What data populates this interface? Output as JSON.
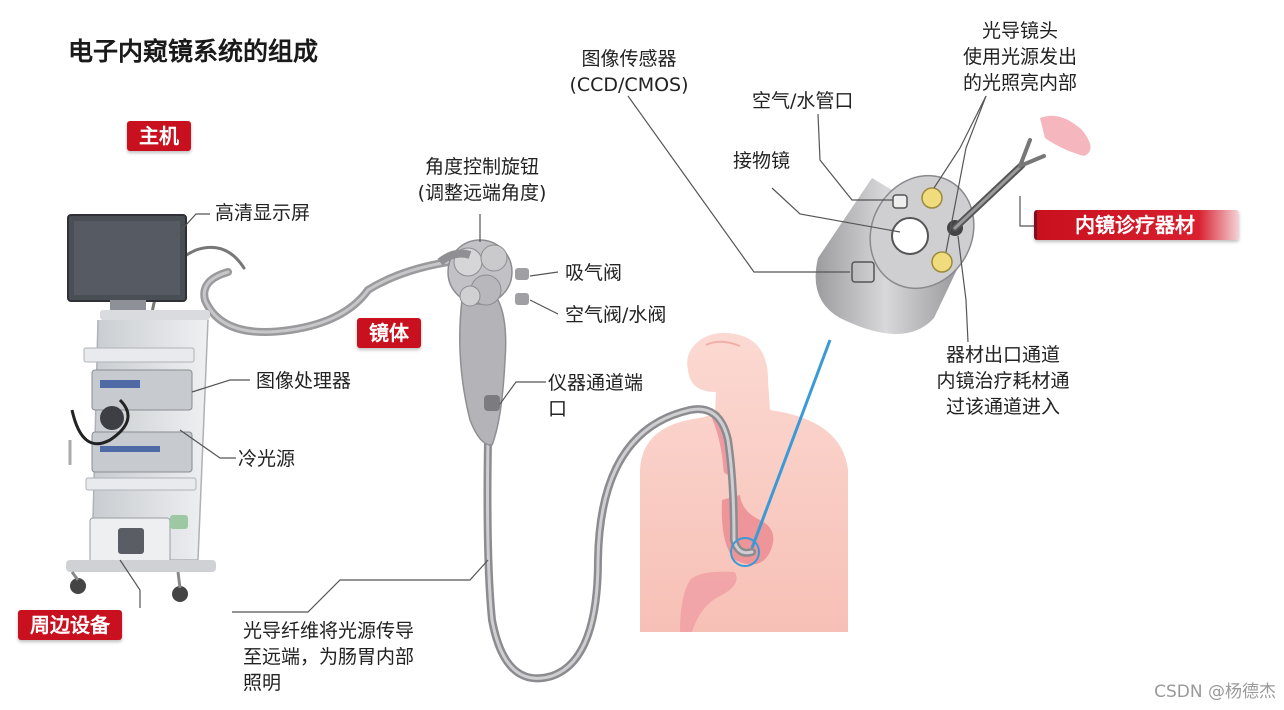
{
  "title": "电子内窥镜系统的组成",
  "badges": {
    "host": "主机",
    "scope": "镜体",
    "peripheral": "周边设备",
    "instrument": "内镜诊疗器材"
  },
  "labels": {
    "display": "高清显示屏",
    "processor": "图像处理器",
    "light_source": "冷光源",
    "angle_knob_line1": "角度控制旋钮",
    "angle_knob_line2": "(调整远端角度)",
    "suction_valve": "吸气阀",
    "air_water_valve": "空气阀/水阀",
    "instrument_port_line1": "仪器通道端",
    "instrument_port_line2": "口",
    "fiber_line1": "光导纤维将光源传导",
    "fiber_line2": "至远端，为肠胃内部",
    "fiber_line3": "照明",
    "image_sensor_line1": "图像传感器",
    "image_sensor_line2": "(CCD/CMOS)",
    "air_water_nozzle": "空气/水管口",
    "objective_lens": "接物镜",
    "light_guide_line1": "光导镜头",
    "light_guide_line2": "使用光源发出",
    "light_guide_line3": "的光照亮内部",
    "channel_outlet_line1": "器材出口通道",
    "channel_outlet_line2": "内镜治疗耗材通",
    "channel_outlet_line3": "过该通道进入"
  },
  "watermark": "CSDN @杨德杰",
  "colors": {
    "badge_red": "#c8101e",
    "body_pink": "#f6c5bd",
    "stomach_pink": "#ec8f95",
    "scope_grey": "#a9a9ad",
    "probe_blue": "#3a9ad6"
  }
}
